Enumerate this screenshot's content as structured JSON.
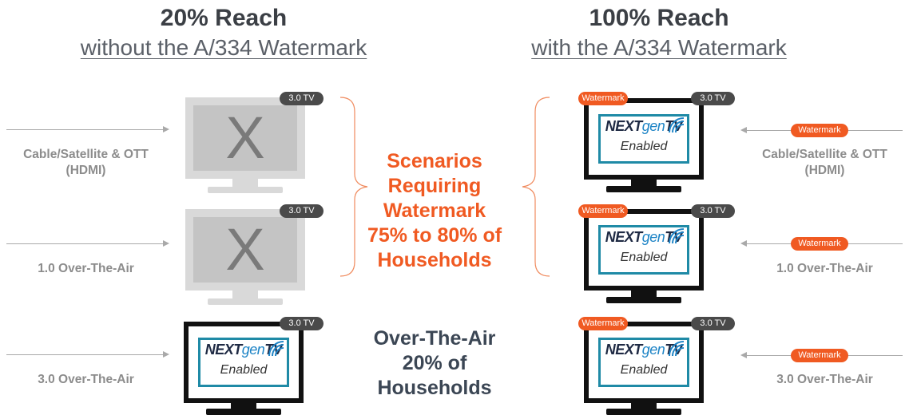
{
  "left_header": {
    "title": "20% Reach",
    "subtitle": "without the A/334 Watermark"
  },
  "right_header": {
    "title": "100% Reach",
    "subtitle": "with the A/334 Watermark"
  },
  "inputs": [
    {
      "line1": "Cable/Satellite & OTT",
      "line2": "(HDMI)"
    },
    {
      "line1": "1.0 Over-The-Air",
      "line2": ""
    },
    {
      "line1": "3.0 Over-The-Air",
      "line2": ""
    }
  ],
  "badges": {
    "tv": "3.0 TV",
    "watermark": "Watermark"
  },
  "tv_screen": {
    "logo_a": "NEXT",
    "logo_b": "gen",
    "logo_c": "TV",
    "enabled": "Enabled",
    "disabled_mark": "X"
  },
  "center_scenarios": [
    "Scenarios",
    "Requiring",
    "Watermark",
    "75% to 80% of",
    "Households"
  ],
  "center_ota": [
    "Over-The-Air",
    "20% of",
    "Households"
  ],
  "colors": {
    "accent": "#f05a22",
    "teal": "#1f8aa6",
    "dark": "#3b4654"
  }
}
